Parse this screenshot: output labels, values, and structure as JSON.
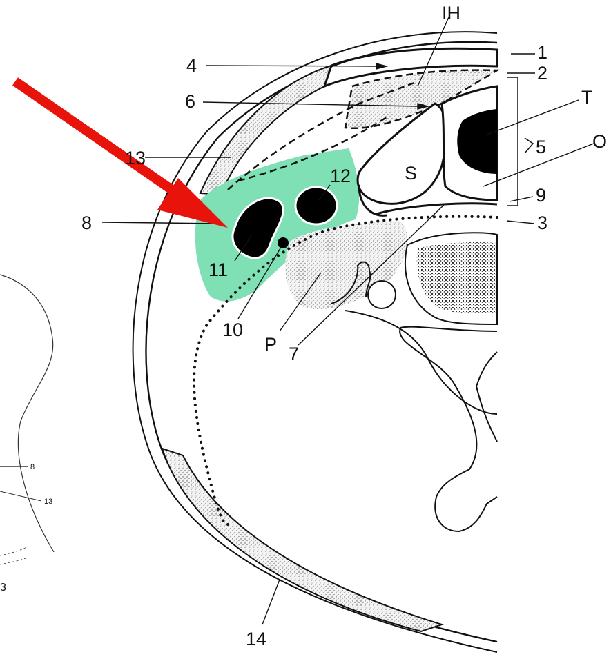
{
  "colors": {
    "highlight": "#7fe0b6",
    "arrow": "#e8140c",
    "ink": "#111111",
    "stipple": "#d8d8d8"
  },
  "labels": {
    "l1": "1",
    "l2": "2",
    "l3": "3",
    "l4": "4",
    "l5": "5",
    "l6": "6",
    "l7": "7",
    "l8": "8",
    "l9": "9",
    "l10": "10",
    "l11": "11",
    "l12": "12",
    "l13_partial": "13",
    "l14": "14",
    "IH": "IH",
    "T": "T",
    "O": "O",
    "S": "S",
    "P": "P"
  },
  "inset": {
    "label_8": "8",
    "label_13": "13",
    "label_partial": "3"
  }
}
